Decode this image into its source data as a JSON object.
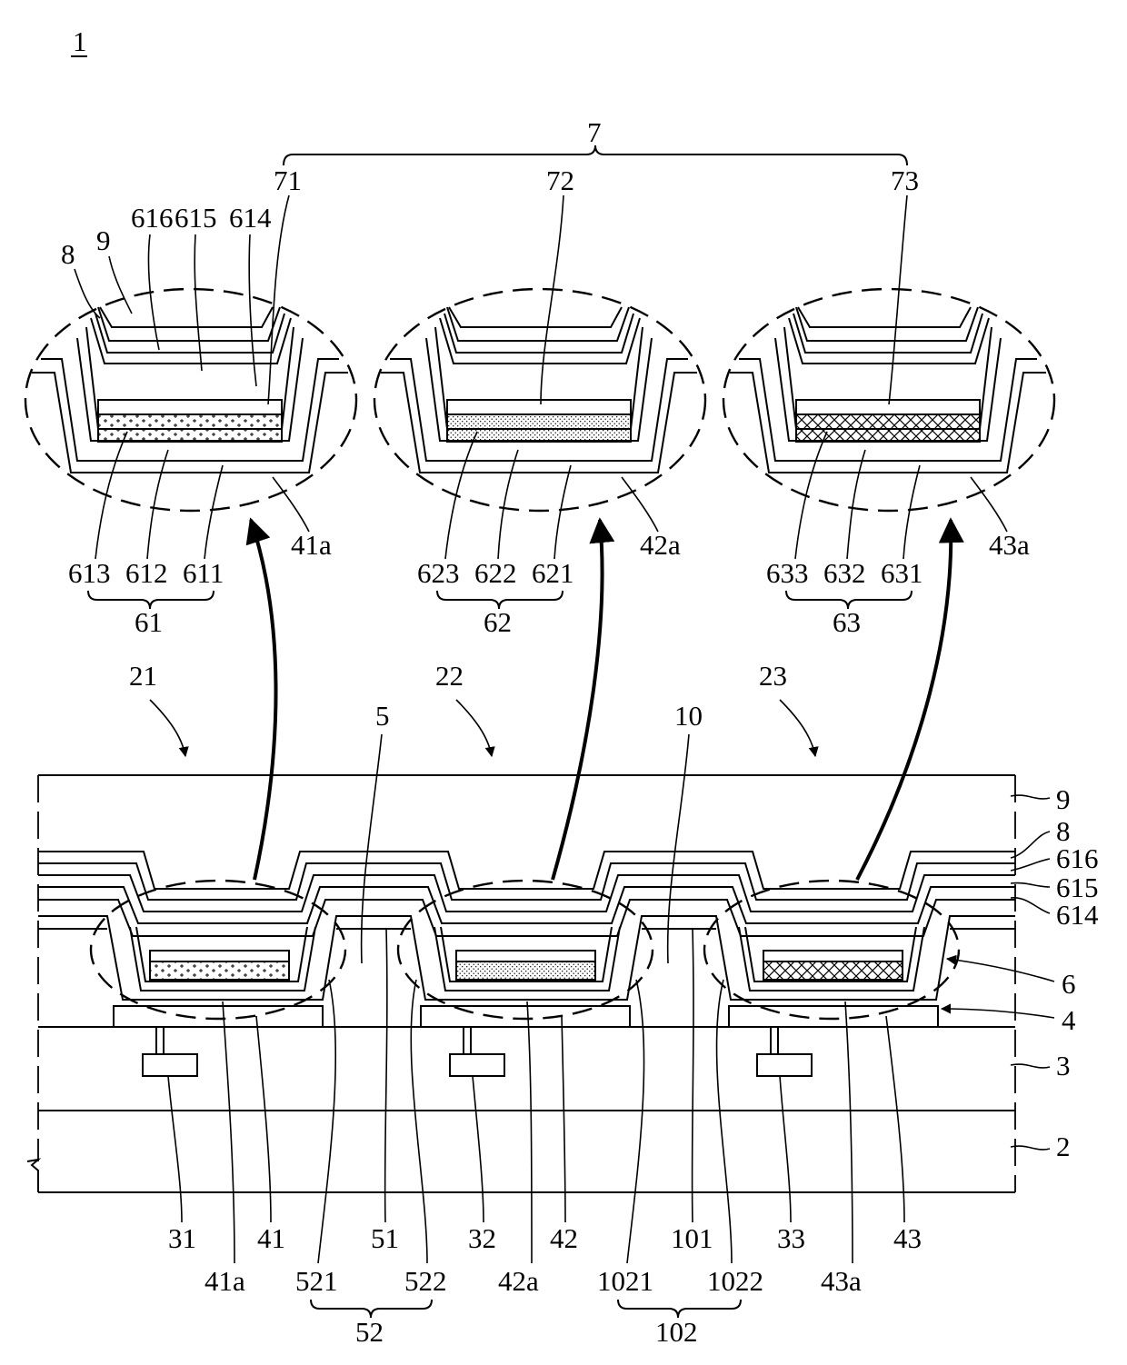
{
  "figure_label": "1",
  "patterns": {
    "pattern_1": "plus-dot",
    "pattern_2": "stipple",
    "pattern_3": "crosshatch"
  },
  "labels": {
    "l7": "7",
    "l71": "71",
    "l72": "72",
    "l73": "73",
    "l8": "8",
    "l9": "9",
    "l616": "616",
    "l615": "615",
    "l614": "614",
    "l41a": "41a",
    "l42a": "42a",
    "l43a": "43a",
    "l613": "613",
    "l612": "612",
    "l611": "611",
    "l61": "61",
    "l623": "623",
    "l622": "622",
    "l621": "621",
    "l62": "62",
    "l633": "633",
    "l632": "632",
    "l631": "631",
    "l63": "63",
    "l21": "21",
    "l22": "22",
    "l23": "23",
    "l5": "5",
    "l10": "10",
    "r9": "9",
    "r8": "8",
    "r616": "616",
    "r615": "615",
    "r614": "614",
    "r6": "6",
    "r4": "4",
    "r3": "3",
    "r2": "2",
    "b31": "31",
    "b41": "41",
    "b51": "51",
    "b32": "32",
    "b42": "42",
    "b101": "101",
    "b33": "33",
    "b43": "43",
    "b41a": "41a",
    "b521": "521",
    "b522": "522",
    "b42a": "42a",
    "b1021": "1021",
    "b1022": "1022",
    "b43a": "43a",
    "b52": "52",
    "b102": "102"
  }
}
